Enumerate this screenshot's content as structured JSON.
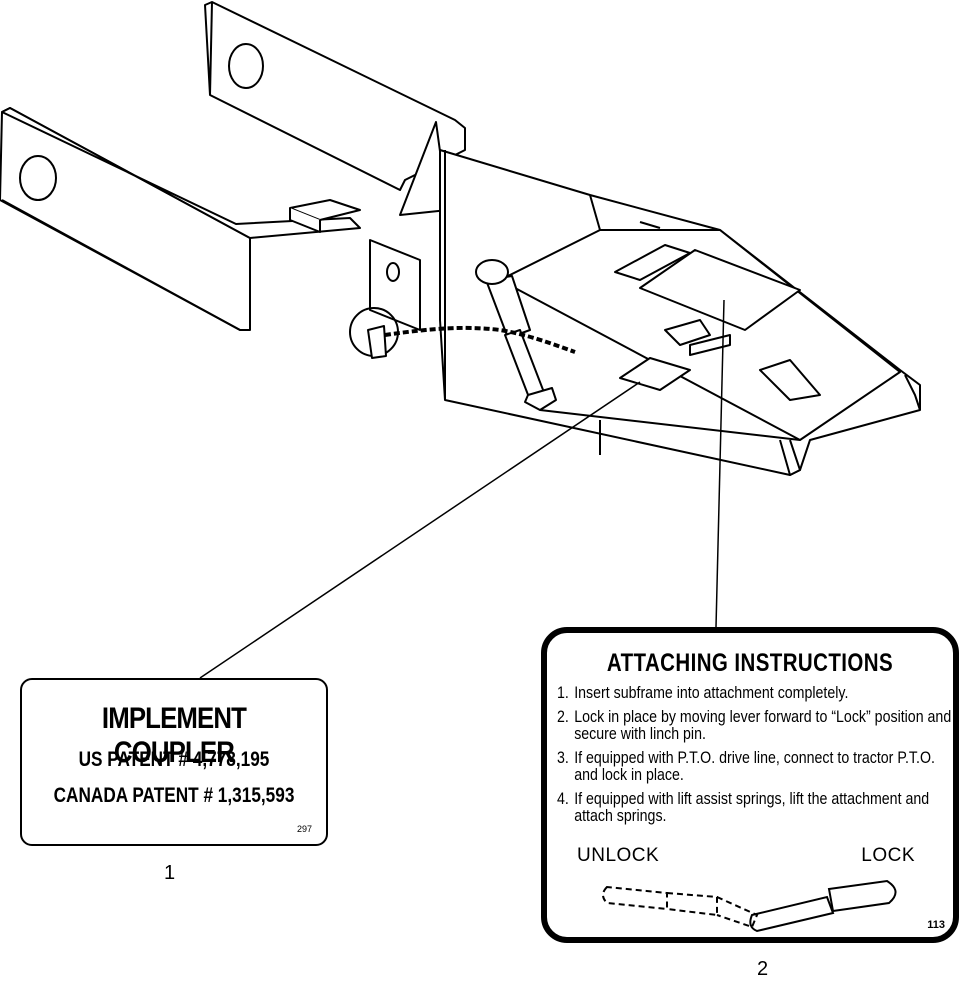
{
  "decal1": {
    "title": "IMPLEMENT COUPLER",
    "us_patent": "US PATENT # 4,778,195",
    "canada_patent": "CANADA PATENT # 1,315,593",
    "code": "297"
  },
  "decal2": {
    "title": "ATTACHING INSTRUCTIONS",
    "steps": [
      {
        "num": "1.",
        "text": "Insert subframe into attachment completely."
      },
      {
        "num": "2.",
        "text": "Lock in place by moving lever forward to “Lock” position and secure with linch pin."
      },
      {
        "num": "3.",
        "text": "If equipped with P.T.O. drive line, connect to tractor P.T.O. and lock in place."
      },
      {
        "num": "4.",
        "text": "If equipped with lift assist springs, lift the attachment and attach springs."
      }
    ],
    "unlock_label": "UNLOCK",
    "lock_label": "LOCK",
    "code": "113"
  },
  "callouts": {
    "one": "1",
    "two": "2"
  }
}
